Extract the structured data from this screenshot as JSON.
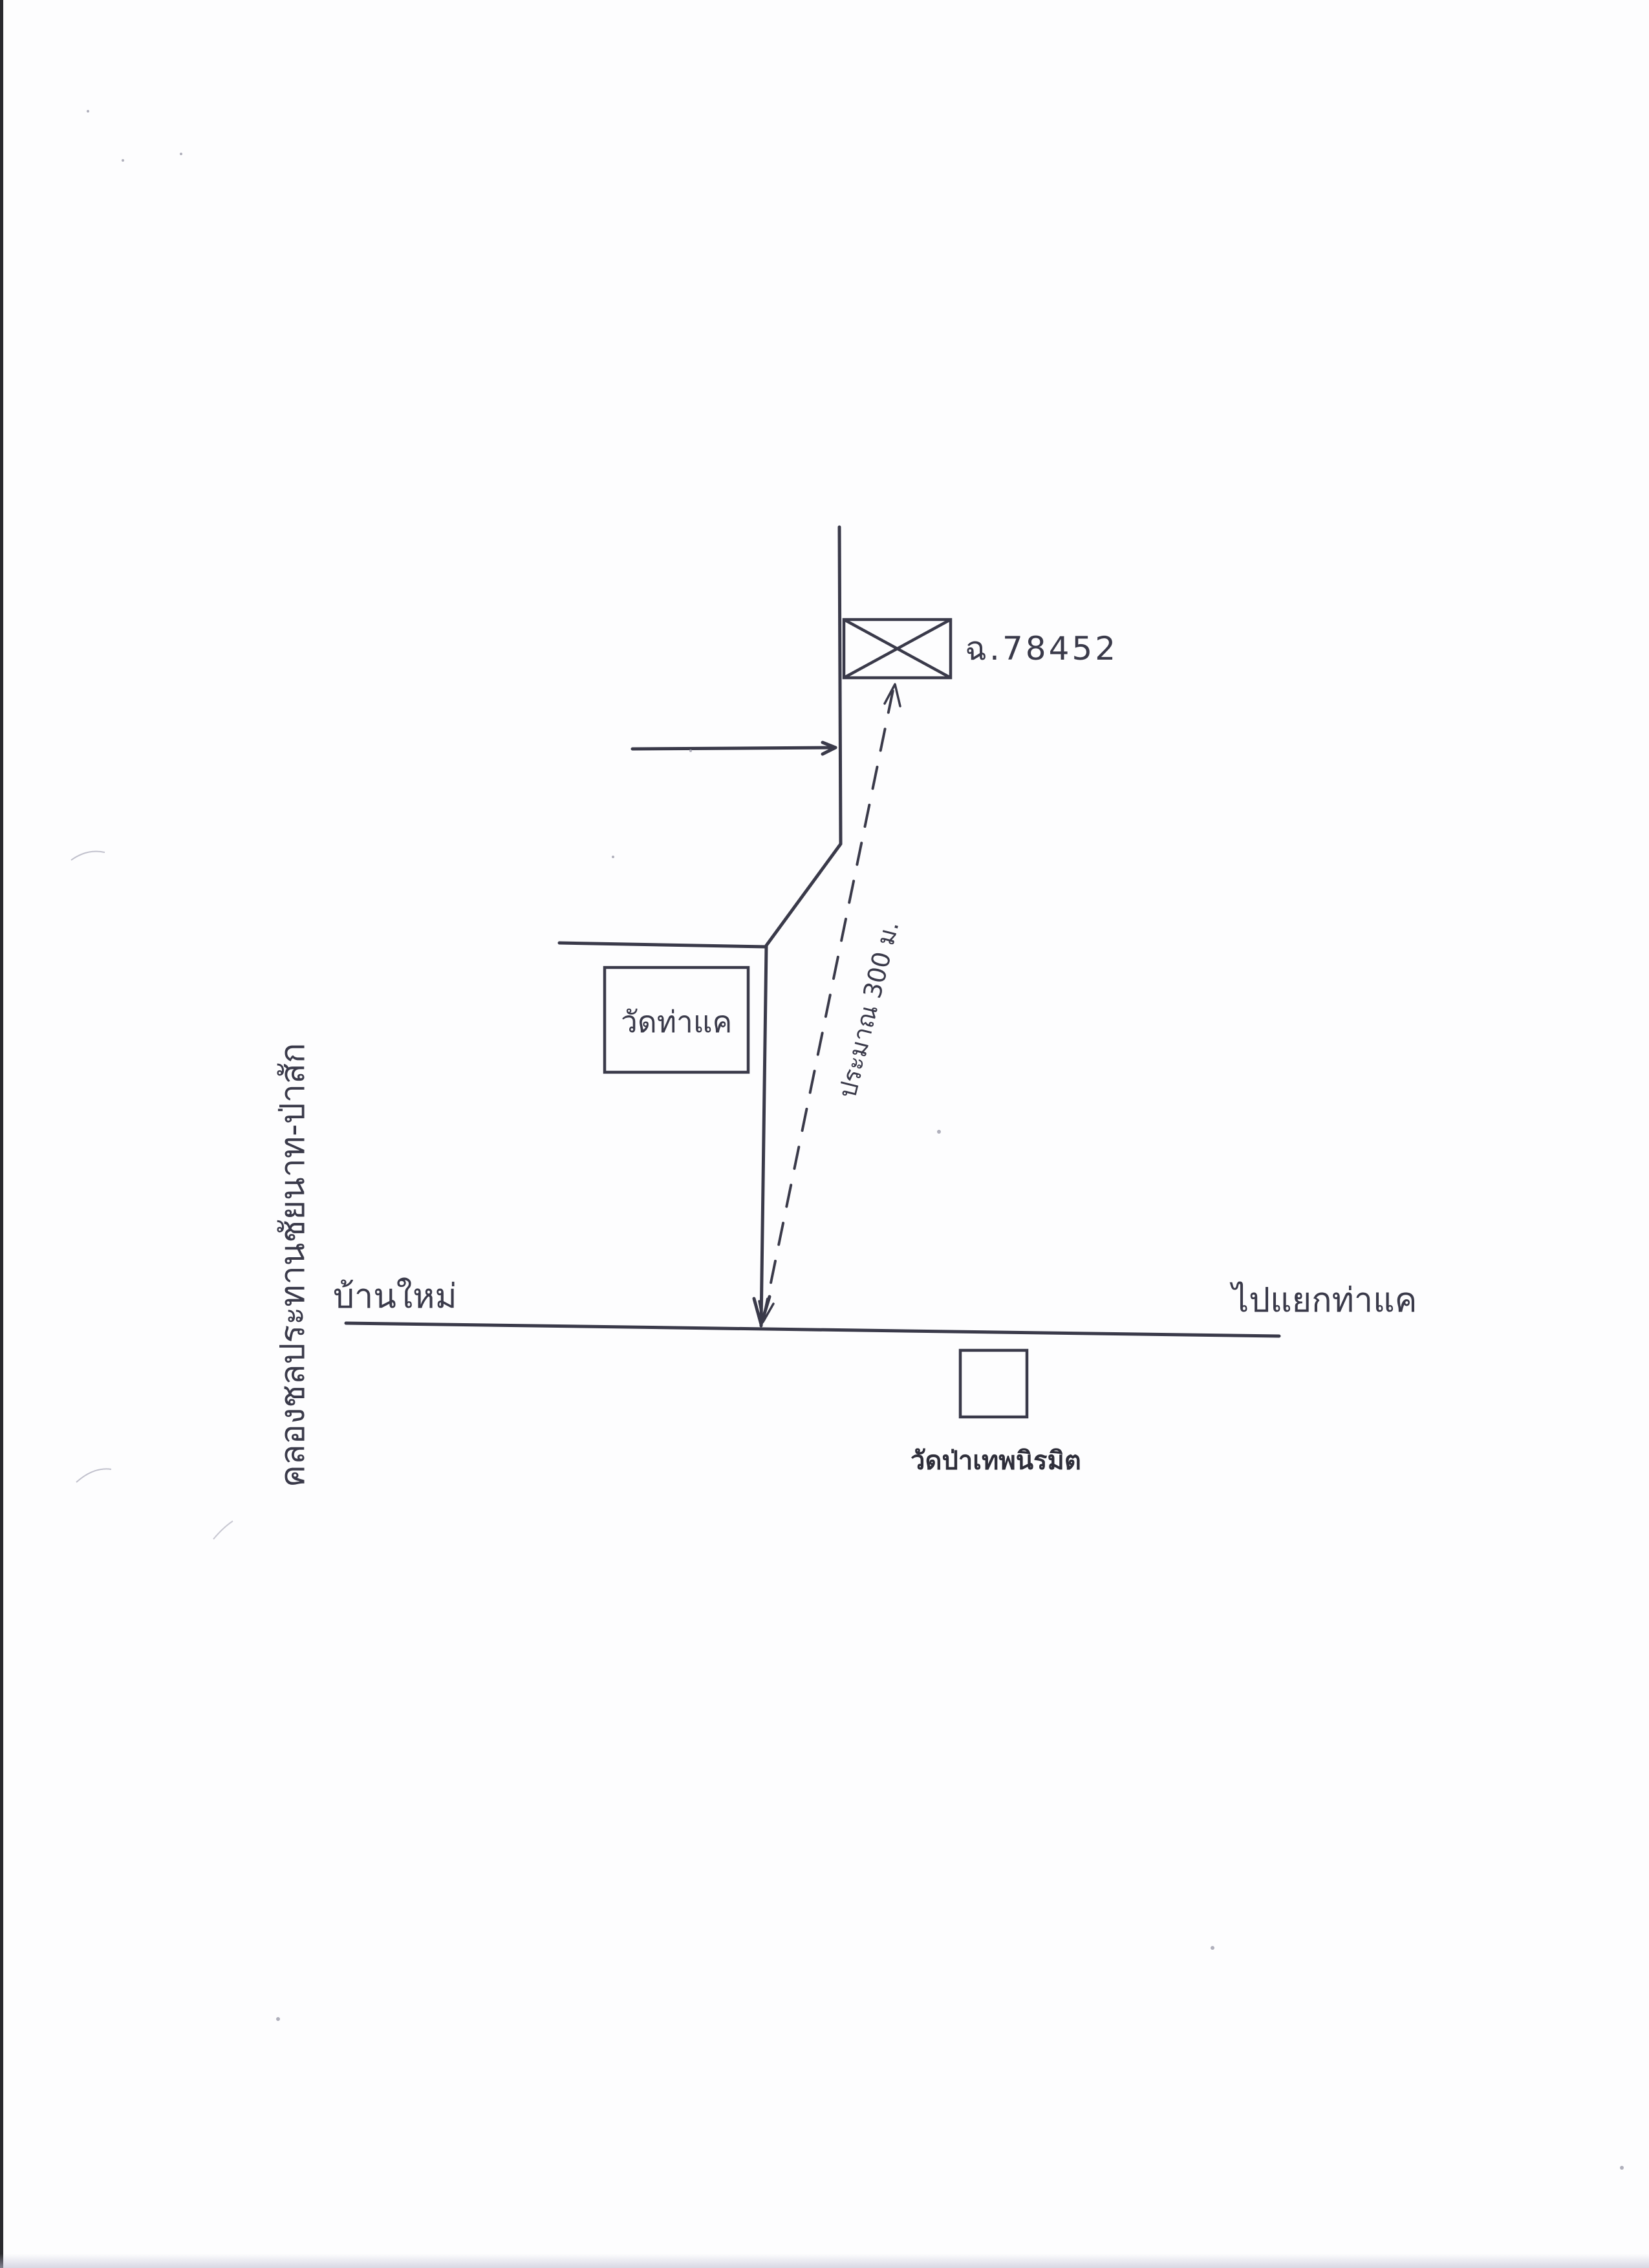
{
  "map": {
    "parcel_label": "ฉ.78452",
    "temple_north_label": "วัดท่าแค",
    "distance_label": "ประมาณ 300 ม.",
    "village_label": "บ้านใหม่",
    "direction_label": "ไปแยกท่าแค",
    "temple_south_label": "วัดป่าเทพนิรมิต",
    "canal_label": "คลองชลประทานชัยนาท-ป่าสัก"
  },
  "colors": {
    "ink": "#3a3a4a",
    "paper": "#fdfdfe"
  }
}
